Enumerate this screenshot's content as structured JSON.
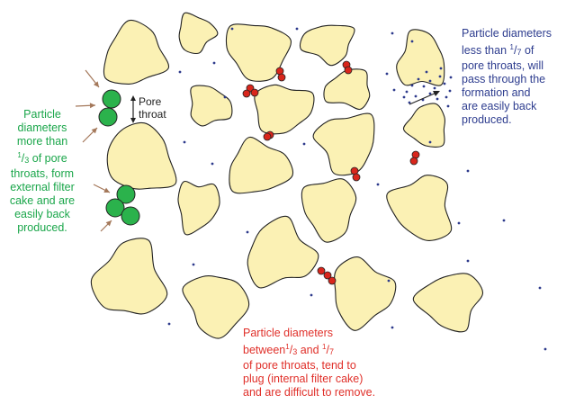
{
  "colors": {
    "grain_fill": "#fbf1b4",
    "grain_stroke": "#222222",
    "large_particle": "#2bb24c",
    "medium_particle": "#d9261c",
    "small_particle": "#2d3a8c",
    "arrow": "#a4785a"
  },
  "labels": {
    "green": {
      "line1": "Particle",
      "line2": "diameters",
      "line3": "more than",
      "frac_num": "1",
      "frac_den": "3",
      "line4_rest": " of pore",
      "line5": "throats, form",
      "line6": "external filter",
      "line7": "cake and are",
      "line8": "easily back",
      "line9": "produced."
    },
    "blue": {
      "line1": "Particle diameters",
      "line2_pre": "less than ",
      "frac_num": "1",
      "frac_den": "7",
      "line2_post": " of",
      "line3": "pore throats, will",
      "line4": "pass through the",
      "line5": "formation and",
      "line6": "are easily back",
      "line7": "produced."
    },
    "red": {
      "line1": "Particle diameters",
      "line2_pre": "between",
      "frac1_num": "1",
      "frac1_den": "3",
      "line2_mid": " and ",
      "frac2_num": "1",
      "frac2_den": "7",
      "line3": "of pore throats, tend to",
      "line4": "plug (internal filter cake)",
      "line5": "and are difficult to remove."
    },
    "pore_throat": {
      "line1": "Pore",
      "line2": "throat"
    }
  }
}
